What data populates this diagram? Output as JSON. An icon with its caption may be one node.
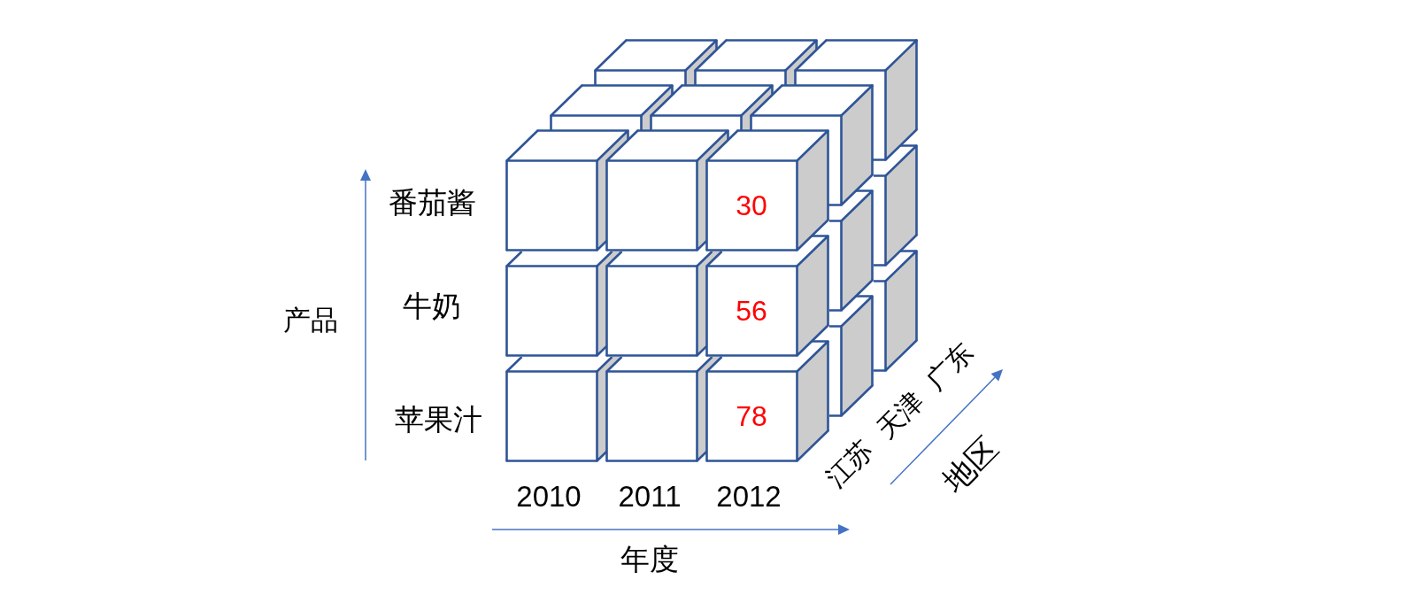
{
  "diagram": {
    "nodes": [
      {
        "text": [],
        "shape": "cube"
      },
      {
        "text": [],
        "shape": "cube"
      },
      {
        "text": [
          "30"
        ]
      },
      {
        "text": [],
        "shape": "cube"
      },
      {
        "text": [],
        "shape": "cube"
      },
      {
        "text": [
          "56"
        ]
      },
      {
        "text": [],
        "shape": "cube"
      },
      {
        "text": [],
        "shape": "cube"
      },
      {
        "text": [
          "78"
        ]
      },
      {
        "text": [],
        "shape": "cube"
      },
      {
        "text": [],
        "shape": "cube"
      },
      {
        "text": [],
        "shape": "cube"
      },
      {
        "text": [],
        "shape": "cube"
      },
      {
        "text": [],
        "shape": "cube"
      },
      {
        "text": [],
        "shape": "cube"
      },
      {
        "text": [],
        "shape": "cube"
      },
      {
        "text": [],
        "shape": "cube"
      },
      {
        "text": [],
        "shape": "cube"
      },
      {
        "text": [],
        "shape": "cube"
      }
    ],
    "labels": [
      "产品",
      "番茄酱",
      "牛奶",
      "苹果汁",
      "2010",
      "2011",
      "2012",
      "年度",
      "江苏",
      "天津",
      "广东",
      "地区"
    ]
  }
}
